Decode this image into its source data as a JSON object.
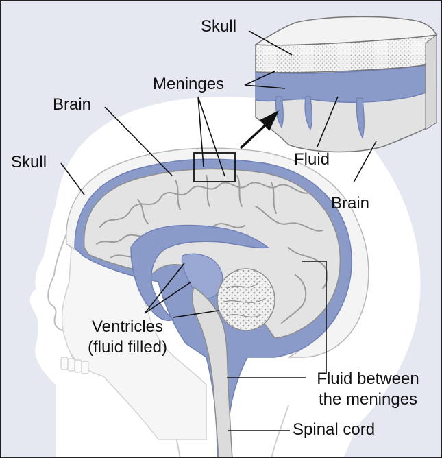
{
  "labels": {
    "skull_inset": "Skull",
    "meninges": "Meninges",
    "brain_main": "Brain",
    "skull_main": "Skull",
    "fluid_inset": "Fluid",
    "brain_inset": "Brain",
    "ventricles_line1": "Ventricles",
    "ventricles_line2": "(fluid filled)",
    "fluid_between_line1": "Fluid between",
    "fluid_between_line2": "the meninges",
    "spinal_cord": "Spinal cord"
  },
  "colors": {
    "background": "#e6e8f1",
    "head_silhouette": "#ffffff",
    "fluid": "#8a9ac9",
    "fluid_dark": "#6f80b5",
    "brain_tissue": "#e3e3e3",
    "skull_layer": "#f4f4f4",
    "outline": "#222222"
  }
}
